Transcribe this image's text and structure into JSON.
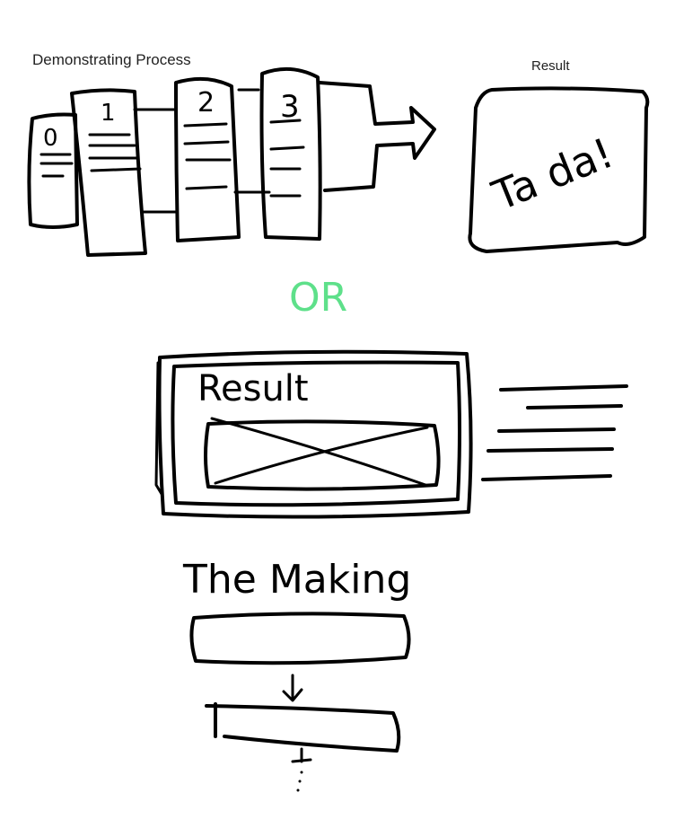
{
  "labels": {
    "process_title": "Demonstrating Process",
    "result_title": "Result",
    "card_0": "0",
    "card_1": "1",
    "card_2": "2",
    "card_3": "3",
    "tada": "Ta da!",
    "or": "OR",
    "result_heading": "Result",
    "making_heading": "The Making"
  },
  "colors": {
    "ink": "#000000",
    "or_accent": "#5ee08a",
    "typed_text": "#222222"
  }
}
